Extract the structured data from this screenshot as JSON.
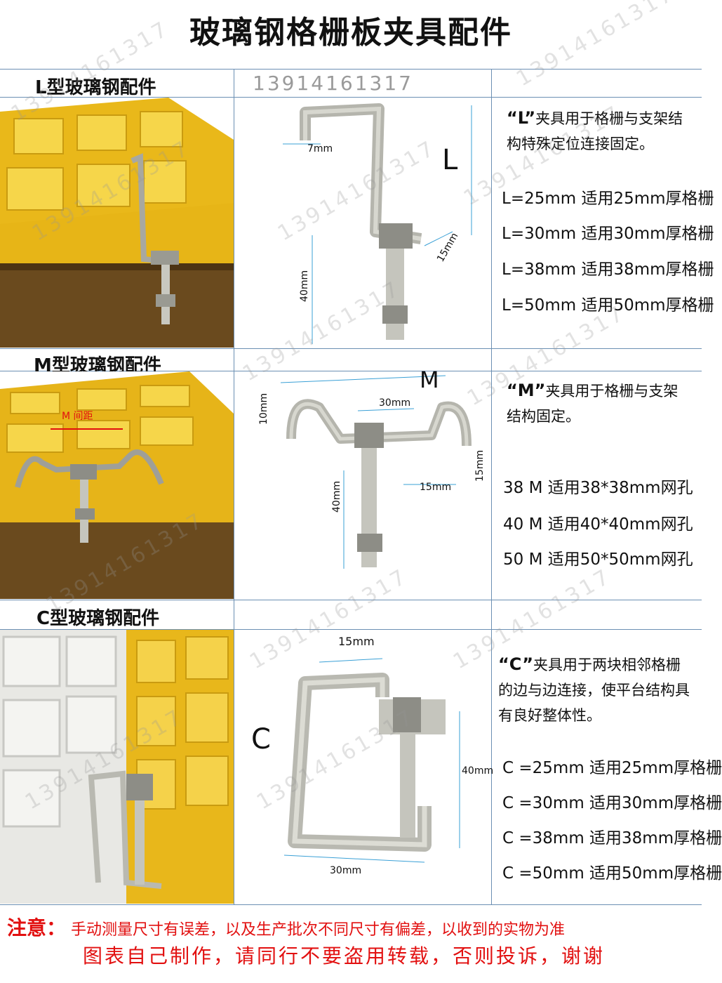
{
  "title": "玻璃钢格栅板夹具配件",
  "phone": "13914161317",
  "sections": {
    "l": {
      "heading": "L型玻璃钢配件",
      "desc_quote": "“L”",
      "desc_rest": "夹具用于格栅与支架结构特殊定位连接固定。",
      "big_label": "L",
      "dims": [
        "7mm",
        "15mm",
        "40mm"
      ],
      "specs": [
        "L=25mm  适用25mm厚格栅",
        "L=30mm  适用30mm厚格栅",
        "L=38mm  适用38mm厚格栅",
        "L=50mm  适用50mm厚格栅"
      ]
    },
    "m": {
      "heading": "M型玻璃钢配件",
      "desc_quote": "“M”",
      "desc_rest": "夹具用于格栅与支架结构固定。",
      "big_label": "M",
      "photo_label": "M 间距",
      "dims": [
        "10mm",
        "30mm",
        "15mm",
        "15mm",
        "40mm"
      ],
      "specs": [
        "38 M  适用38*38mm网孔",
        "40 M  适用40*40mm网孔",
        "50 M  适用50*50mm网孔"
      ]
    },
    "c": {
      "heading": "C型玻璃钢配件",
      "desc_quote": "“C”",
      "desc_rest": "夹具用于两块相邻格栅的边与边连接，使平台结构具有良好整体性。",
      "big_label": "C",
      "dims": [
        "15mm",
        "40mm",
        "30mm"
      ],
      "specs": [
        "C =25mm 适用25mm厚格栅",
        "C =30mm 适用30mm厚格栅",
        "C =38mm 适用38mm厚格栅",
        "C =50mm 适用50mm厚格栅"
      ]
    }
  },
  "notice": {
    "lead": "注意：",
    "line1": "手动测量尺寸有误差，以及生产批次不同尺寸有偏差，以收到的实物为准",
    "line2": "图表自己制作，请同行不要盗用转载，否则投诉，谢谢"
  },
  "colors": {
    "grid_line": "#6b8fb3",
    "fiberglass_yellow": "#f2c61c",
    "fiberglass_grey": "#d8d8d4",
    "steel": "#b8b8b0",
    "note_red": "#e21010"
  }
}
